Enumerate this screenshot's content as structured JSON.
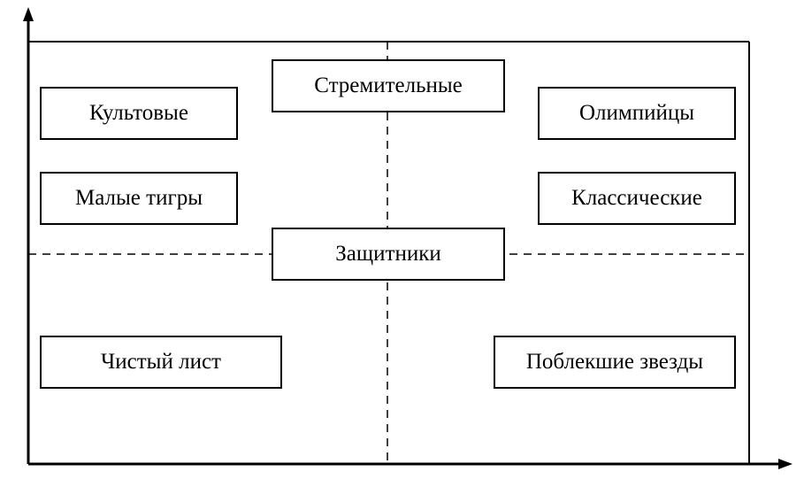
{
  "diagram": {
    "boxes": {
      "kultovye": "Культовые",
      "stremitelnye": "Стремительные",
      "olimpiytsy": "Олимпийцы",
      "malye_tigry": "Малые тигры",
      "klassicheskie": "Классические",
      "zashchitniki": "Защитники",
      "chistyy_list": "Чистый лист",
      "poblekshie_zvezdy": "Поблекшие звезды"
    },
    "line_color": "#000000",
    "background_color": "#ffffff"
  }
}
